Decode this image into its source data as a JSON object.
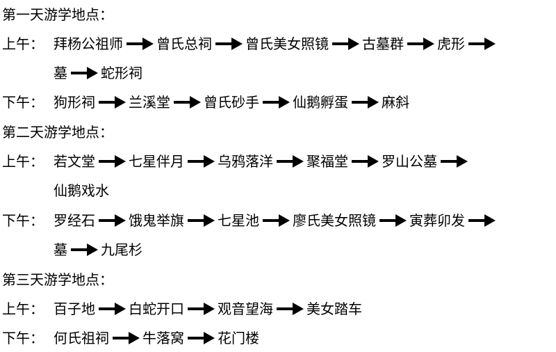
{
  "days": [
    {
      "heading": "第一天游学地点：",
      "sessions": [
        {
          "label": "上午：",
          "lines": [
            [
              "拜杨公祖师",
              "曾氏总祠",
              "曾氏美女照镜",
              "古墓群",
              "虎形"
            ],
            [
              "墓",
              "蛇形祠"
            ]
          ]
        },
        {
          "label": "下午：",
          "lines": [
            [
              "狗形祠",
              "兰溪堂",
              "曾氏砂手",
              "仙鹅孵蛋",
              "麻斜"
            ]
          ]
        }
      ]
    },
    {
      "heading": "第二天游学地点：",
      "sessions": [
        {
          "label": "上午：",
          "lines": [
            [
              "若文堂",
              "七星伴月",
              "乌鸦落洋",
              "聚福堂",
              "罗山公墓"
            ],
            [
              "仙鹅戏水"
            ]
          ]
        },
        {
          "label": "下午：",
          "lines": [
            [
              "罗经石",
              "饿鬼举旗",
              "七星池",
              "廖氏美女照镜",
              "寅葬卯发"
            ],
            [
              "墓",
              "九尾杉"
            ]
          ]
        }
      ]
    },
    {
      "heading": "第三天游学地点：",
      "sessions": [
        {
          "label": "上午：",
          "lines": [
            [
              "百子地",
              "白蛇开口",
              "观音望海",
              "美女踏车"
            ]
          ]
        },
        {
          "label": "下午：",
          "lines": [
            [
              "何氏祖祠",
              "牛落窝",
              "花门楼"
            ]
          ]
        }
      ]
    }
  ]
}
